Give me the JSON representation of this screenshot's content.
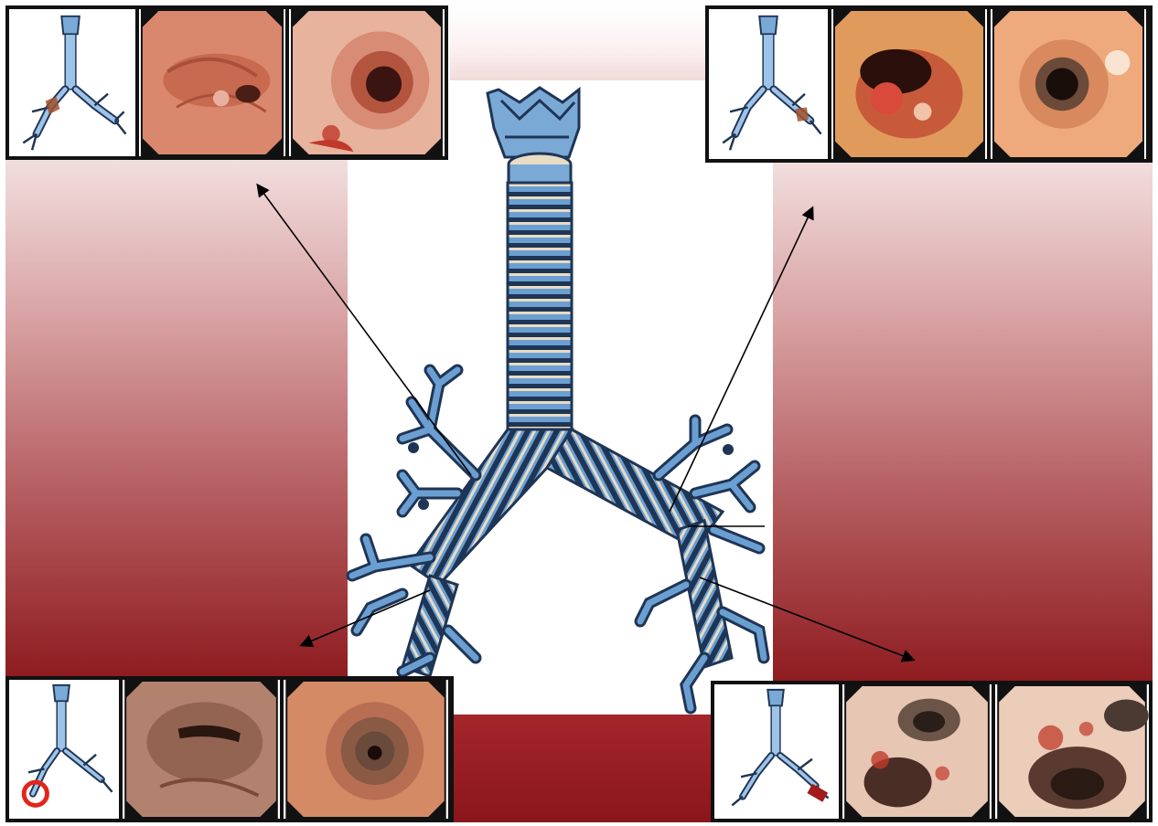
{
  "figure": {
    "palette": {
      "backdrop_light": "#f2dede",
      "backdrop_dark": "#8e1c20",
      "airway_blue": "#5d8fc4",
      "airway_dark": "#1f3555",
      "cartilage": "#e8dcc4",
      "marker_red": "#c0392b",
      "arrow": "#000000"
    },
    "panels": [
      {
        "position": "top-left",
        "highlight": "right-main-bronchus",
        "marker": "shaded-segment",
        "views": [
          "bronchoscopic-view-1",
          "bronchoscopic-view-2"
        ]
      },
      {
        "position": "top-right",
        "highlight": "left-main-bronchus",
        "marker": "shaded-segment",
        "views": [
          "bronchoscopic-view-1",
          "bronchoscopic-view-2"
        ]
      },
      {
        "position": "bottom-left",
        "highlight": "right-lower-lobe-bronchus",
        "marker": "red-circle",
        "views": [
          "bronchoscopic-view-1",
          "bronchoscopic-view-2"
        ]
      },
      {
        "position": "bottom-right",
        "highlight": "left-lower-lobe-bronchus",
        "marker": "shaded-segment",
        "views": [
          "bronchoscopic-view-1",
          "bronchoscopic-view-2"
        ]
      }
    ],
    "icons": [
      "larynx-icon",
      "trachea-icon",
      "bronchial-tree-icon",
      "arrow-icon"
    ]
  }
}
